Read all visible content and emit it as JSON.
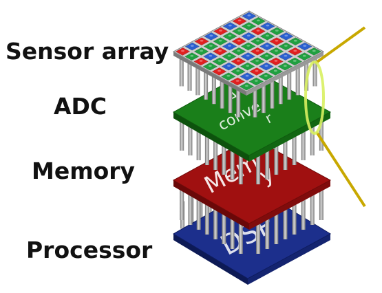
{
  "labels": {
    "sensor": "Sensor array",
    "adc": "ADC",
    "memory": "Memory",
    "processor": "Processor"
  },
  "chip_texts": {
    "adc_line1": "A",
    "adc_line2": "conve",
    "adc_line3": "r",
    "memory_line1": "Mem",
    "memory_line2": "y",
    "processor": "DSP"
  },
  "colors": {
    "adc_top": "#1a7f1a",
    "memory_top": "#a01010",
    "processor_top": "#1c2f8c",
    "pixel_red": "#e02020",
    "pixel_green": "#20a040",
    "pixel_blue": "#2a5fd0",
    "pin": "#9a9a9a",
    "callout_line": "#c8a800",
    "highlight": "#d8f060"
  }
}
